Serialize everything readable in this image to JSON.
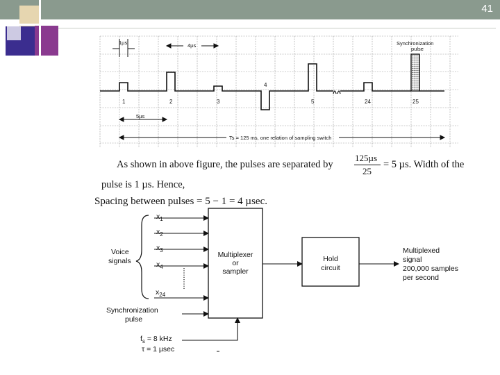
{
  "slide": {
    "number": "41"
  },
  "timing": {
    "label_1us": "1µs",
    "label_4us": "4µs",
    "label_5us": "5µs",
    "sync_label_line1": "Synchronization",
    "sync_label_line2": "pulse",
    "pulse_numbers": [
      "1",
      "2",
      "3",
      "4",
      "5",
      "24",
      "25"
    ],
    "ts_label": "Ts = 125 ms, one relation of sampling switch"
  },
  "text": {
    "line1_prefix": "As shown in above figure, the pulses are separated by",
    "fraction_num": "125µs",
    "fraction_den": "25",
    "line1_suffix": "= 5 µs.  Width of the",
    "line2": "pulse is 1 µs.  Hence,",
    "line3": "Spacing between pulses = 5 − 1 = 4 µsec."
  },
  "block": {
    "inputs": [
      "x",
      "x",
      "x",
      "x",
      "x"
    ],
    "input_subs": [
      "1",
      "2",
      "3",
      "4",
      "24"
    ],
    "voice_line1": "Voice",
    "voice_line2": "signals",
    "sync_line1": "Synchronization",
    "sync_line2": "pulse",
    "mux_line1": "Multiplexer",
    "mux_line2": "or",
    "mux_line3": "sampler",
    "hold_line1": "Hold",
    "hold_line2": "circuit",
    "out_line1": "Multiplexed",
    "out_line2": "signal",
    "out_line3": "200,000 samples",
    "out_line4": "per second",
    "fs_var": "f",
    "fs_sub": "s",
    "fs_value": " = 8 kHz",
    "tau_label": "τ = 1 µsec"
  }
}
